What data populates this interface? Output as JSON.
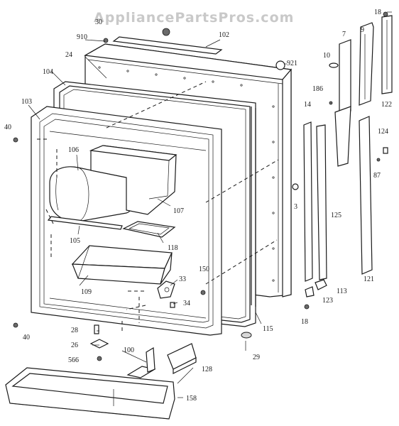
{
  "watermark": "AppliancePartsPros.com",
  "callouts": [
    {
      "id": "18a",
      "text": "18"
    },
    {
      "id": "122",
      "text": "122"
    },
    {
      "id": "30",
      "text": "30"
    },
    {
      "id": "910",
      "text": "910"
    },
    {
      "id": "102",
      "text": "102"
    },
    {
      "id": "7",
      "text": "7"
    },
    {
      "id": "9",
      "text": "9"
    },
    {
      "id": "24",
      "text": "24"
    },
    {
      "id": "921",
      "text": "921"
    },
    {
      "id": "10",
      "text": "10"
    },
    {
      "id": "104",
      "text": "104"
    },
    {
      "id": "186",
      "text": "186"
    },
    {
      "id": "103",
      "text": "103"
    },
    {
      "id": "14",
      "text": "14"
    },
    {
      "id": "124",
      "text": "124"
    },
    {
      "id": "40a",
      "text": "40"
    },
    {
      "id": "106",
      "text": "106"
    },
    {
      "id": "87",
      "text": "87"
    },
    {
      "id": "3",
      "text": "3"
    },
    {
      "id": "107",
      "text": "107"
    },
    {
      "id": "125",
      "text": "125"
    },
    {
      "id": "105",
      "text": "105"
    },
    {
      "id": "118",
      "text": "118"
    },
    {
      "id": "33",
      "text": "33"
    },
    {
      "id": "150",
      "text": "150"
    },
    {
      "id": "121",
      "text": "121"
    },
    {
      "id": "109",
      "text": "109"
    },
    {
      "id": "34",
      "text": "34"
    },
    {
      "id": "113",
      "text": "113"
    },
    {
      "id": "123",
      "text": "123"
    },
    {
      "id": "18b",
      "text": "18"
    },
    {
      "id": "40b",
      "text": "40"
    },
    {
      "id": "115",
      "text": "115"
    },
    {
      "id": "28",
      "text": "28"
    },
    {
      "id": "26",
      "text": "26"
    },
    {
      "id": "29",
      "text": "29"
    },
    {
      "id": "100",
      "text": "100"
    },
    {
      "id": "566",
      "text": "566"
    },
    {
      "id": "128",
      "text": "128"
    },
    {
      "id": "158",
      "text": "158"
    }
  ]
}
